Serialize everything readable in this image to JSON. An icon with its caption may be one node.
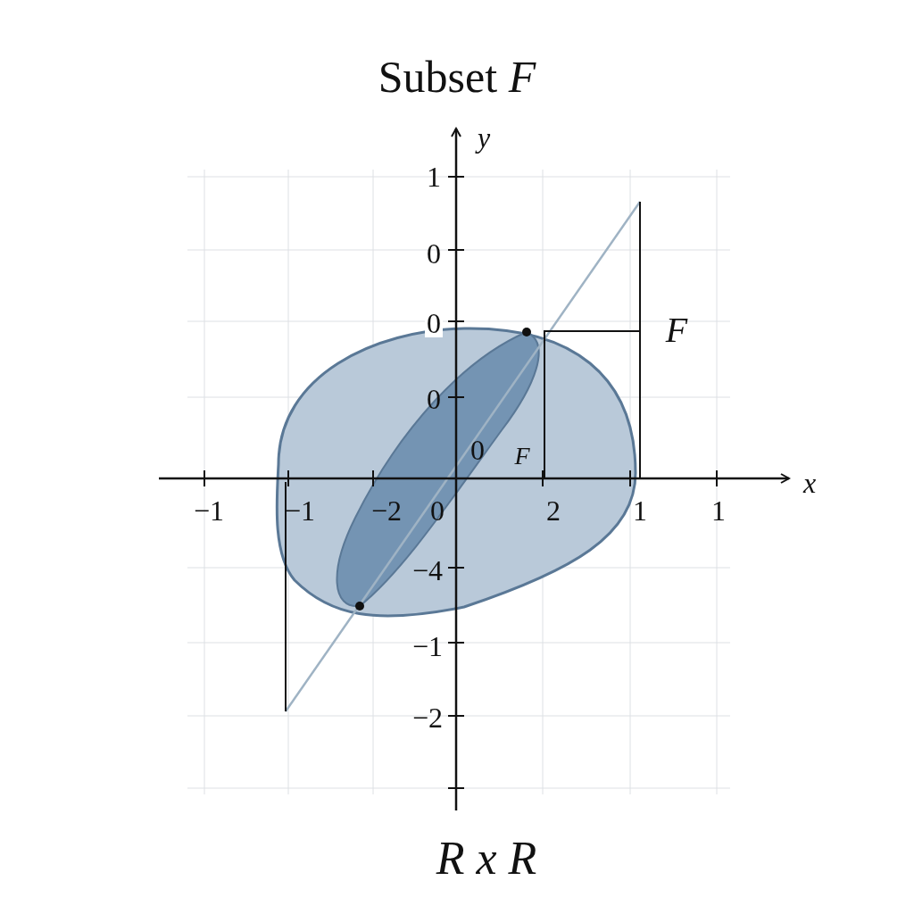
{
  "diagram": {
    "title": "Subset *F*",
    "caption": "R x R",
    "labels": [
      "y",
      "1",
      "0",
      "0",
      "F",
      "0",
      "0",
      "F",
      "x",
      "−1",
      "−1",
      "−2",
      "0",
      "2",
      "1",
      "1",
      "−4",
      "−1",
      "−2"
    ]
  }
}
